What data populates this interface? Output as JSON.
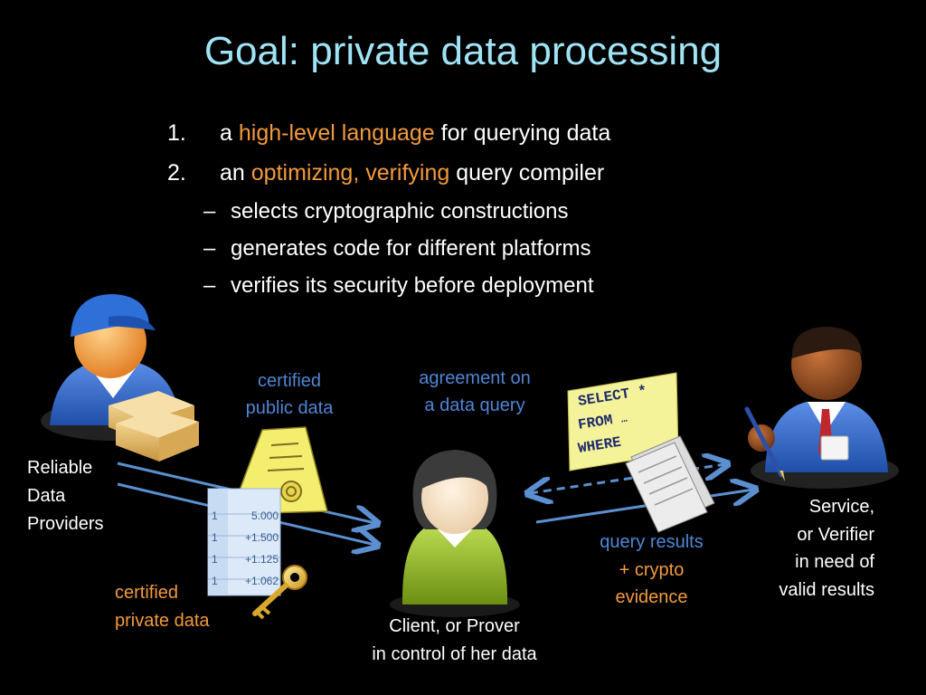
{
  "title": "Goal: private data processing",
  "list": [
    {
      "num": "1.",
      "pre": "a ",
      "hl": "high-level language",
      "post": " for querying data"
    },
    {
      "num": "2.",
      "pre": "an ",
      "hl": "optimizing, verifying",
      "post": " query compiler"
    }
  ],
  "sub_items": [
    "selects cryptographic constructions",
    "generates code for different platforms",
    "verifies its security before deployment"
  ],
  "sub_dash": "–",
  "labels": {
    "providers": [
      "Reliable",
      "Data",
      "Providers"
    ],
    "certified_public": [
      "certified",
      "public data"
    ],
    "agreement": [
      "agreement on",
      "a data query"
    ],
    "certified_private": [
      "certified",
      "private data"
    ],
    "client": [
      "Client, or Prover",
      "in control of her data"
    ],
    "query_results": [
      "query results",
      "+ crypto",
      "evidence"
    ],
    "service": [
      "Service,",
      "or Verifier",
      "in need of",
      "valid results"
    ]
  },
  "sql_note": {
    "line1": "SELECT *",
    "line2": "FROM ",
    "line2_ellipsis": "…",
    "line3": "WHERE"
  },
  "table_values": [
    "5.000",
    "+1.500",
    "+1.125",
    "+1.062"
  ],
  "table_row_ids": [
    "1",
    "1",
    "1",
    "1"
  ],
  "colors": {
    "title": "#9fe3f5",
    "highlight": "#f39a3c",
    "label_blue": "#4f86d6",
    "arrow": "#5b8fd0",
    "note": "#f4f39a"
  },
  "icons": [
    "delivery-person-icon",
    "package-icon",
    "certificate-icon",
    "data-table-icon",
    "key-icon",
    "client-person-icon",
    "sql-note-icon",
    "documents-icon",
    "verifier-person-icon",
    "pen-icon"
  ]
}
